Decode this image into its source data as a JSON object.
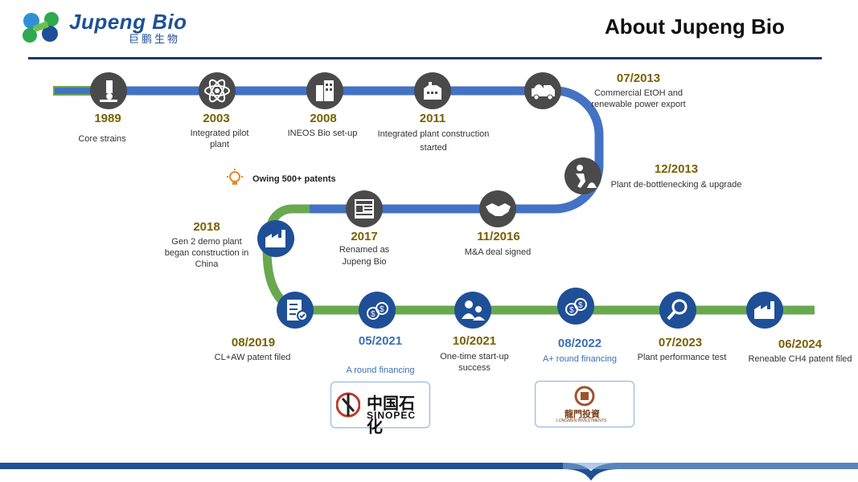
{
  "header": {
    "title": "About Jupeng Bio",
    "logo_text": "Jupeng Bio",
    "logo_subtext": "巨鹏生物"
  },
  "patents_note": "Owing 500+  patents",
  "colors": {
    "blue_track": "#4472c4",
    "green_track": "#6aa84f",
    "icon": "#4a4a4a",
    "year": "#7a5f00",
    "year_blue": "#3b6fb6",
    "rule": "#1f3a68"
  },
  "milestones": [
    {
      "year": "1989",
      "desc": "Core strains",
      "icon": "microscope-icon"
    },
    {
      "year": "2003",
      "desc": "Integrated pilot plant",
      "icon": "atom-icon"
    },
    {
      "year": "2008",
      "desc": "INEOS Bio set-up",
      "icon": "buildings-icon"
    },
    {
      "year": "2011",
      "desc": "Integrated plant construction started",
      "icon": "factory-icon"
    },
    {
      "year": "07/2013",
      "desc": "Commercial EtOH and renewable power export",
      "icon": "truck-icon"
    },
    {
      "year": "12/2013",
      "desc": "Plant de-bottlenecking & upgrade",
      "icon": "worker-icon"
    },
    {
      "year": "11/2016",
      "desc": "M&A deal signed",
      "icon": "handshake-icon"
    },
    {
      "year": "2017",
      "desc": "Renamed as Jupeng Bio",
      "icon": "newspaper-icon"
    },
    {
      "year": "2018",
      "desc": "Gen 2 demo plant began construction in China",
      "icon": "factory-icon"
    },
    {
      "year": "08/2019",
      "desc": "CL+AW patent filed",
      "icon": "checklist-icon"
    },
    {
      "year": "05/2021",
      "desc": "A round financing",
      "icon": "coins-icon"
    },
    {
      "year": "10/2021",
      "desc": "One-time start-up success",
      "icon": "people-icon"
    },
    {
      "year": "08/2022",
      "desc": "A+ round financing",
      "icon": "coins-icon"
    },
    {
      "year": "07/2023",
      "desc": "Plant performance test",
      "icon": "magnifier-icon"
    },
    {
      "year": "06/2024",
      "desc": "Reneable CH4 patent filed",
      "icon": "factory-icon"
    }
  ],
  "investors": [
    {
      "name_cn": "中国石化",
      "name_en": "SINOPEC"
    },
    {
      "name_cn": "龍門投資",
      "name_en": "LONGMEN INVESTMENTS"
    }
  ]
}
